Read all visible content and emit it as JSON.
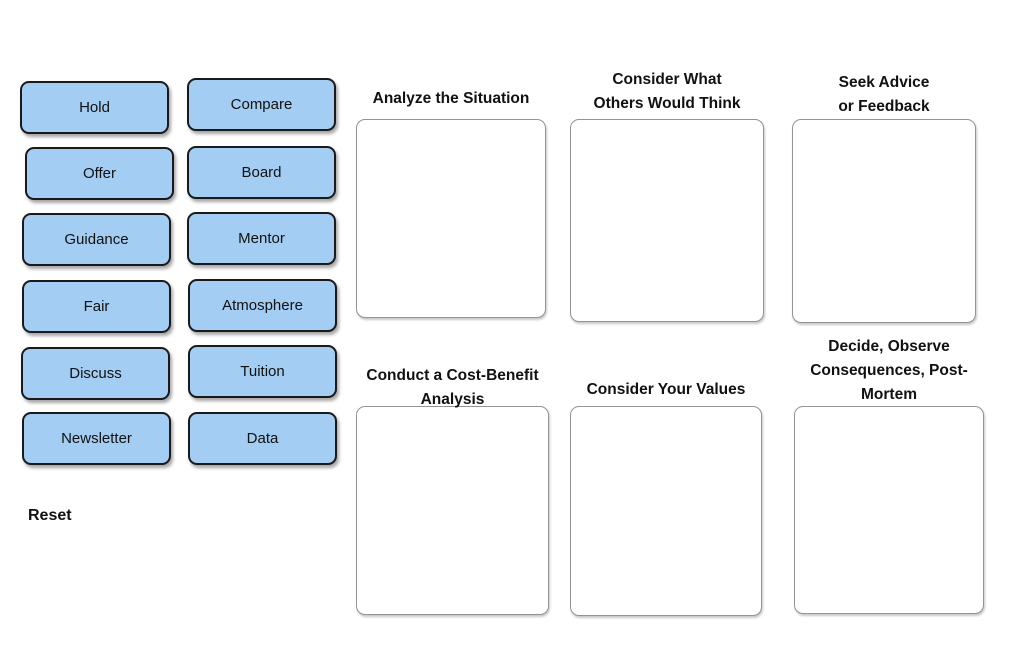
{
  "activity": {
    "reset_label": "Reset"
  },
  "tiles": [
    {
      "label": "Hold"
    },
    {
      "label": "Compare"
    },
    {
      "label": "Offer"
    },
    {
      "label": "Board"
    },
    {
      "label": "Guidance"
    },
    {
      "label": "Mentor"
    },
    {
      "label": "Fair"
    },
    {
      "label": "Atmosphere"
    },
    {
      "label": "Discuss"
    },
    {
      "label": "Tuition"
    },
    {
      "label": "Newsletter"
    },
    {
      "label": "Data"
    }
  ],
  "zones": [
    {
      "title_lines": [
        "Analyze the Situation"
      ]
    },
    {
      "title_lines": [
        "Consider What",
        "Others Would Think"
      ]
    },
    {
      "title_lines": [
        "Seek Advice",
        "or Feedback"
      ]
    },
    {
      "title_lines": [
        "Conduct a Cost-Benefit",
        "Analysis"
      ]
    },
    {
      "title_lines": [
        "Consider Your Values"
      ]
    },
    {
      "title_lines": [
        "Decide, Observe",
        "Consequences, Post-",
        "Mortem"
      ]
    }
  ],
  "colors": {
    "tile_fill": "#a3cdf2",
    "tile_border": "#1a1a1a",
    "zone_border": "#949494",
    "text": "#111111",
    "background": "#ffffff"
  }
}
